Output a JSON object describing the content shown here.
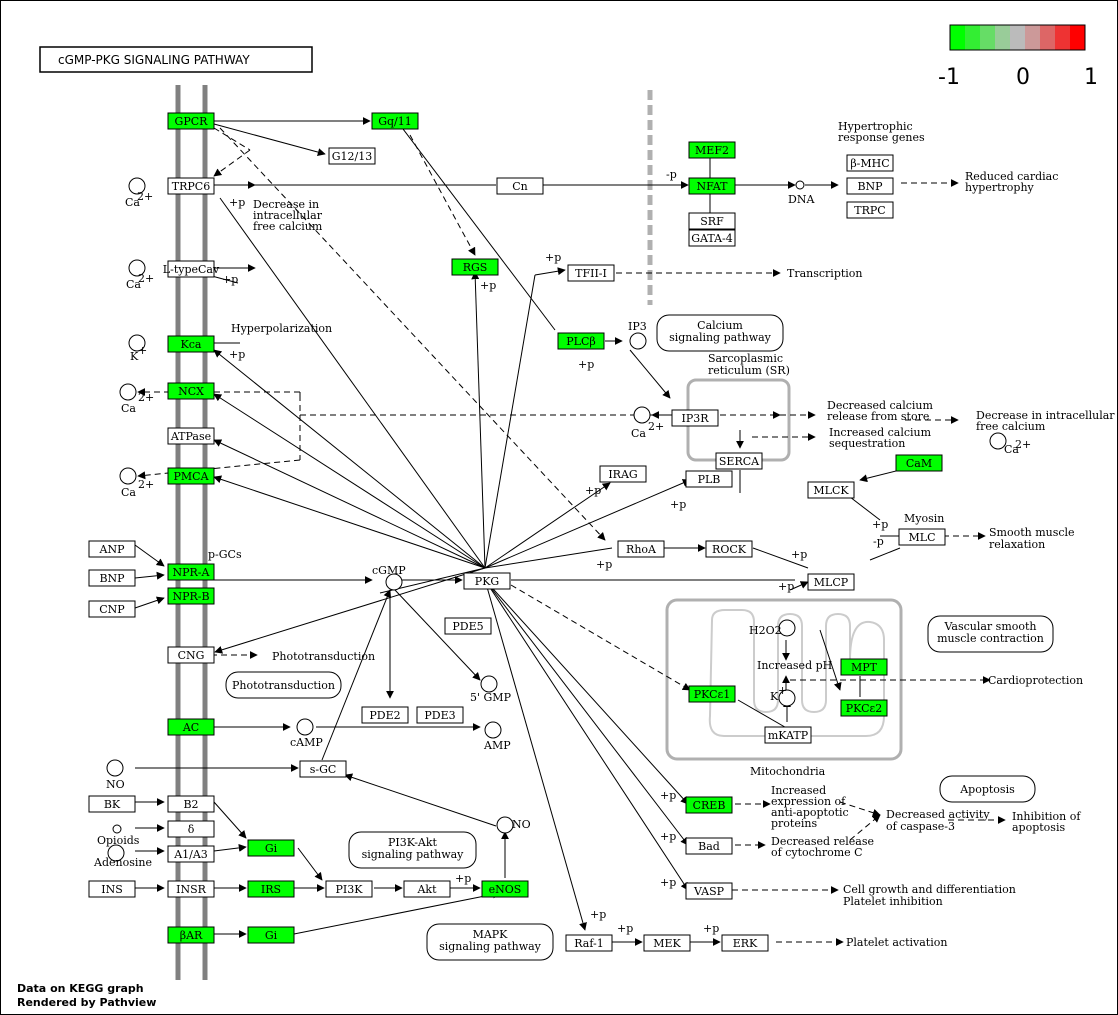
{
  "title": "cGMP-PKG  SIGNALING PATHWAY",
  "legend": {
    "labels": [
      "-1",
      "0",
      "1"
    ],
    "colors": [
      "#00ff00",
      "#33ee33",
      "#66dd66",
      "#99cc99",
      "#bbbbbb",
      "#cc9999",
      "#dd6666",
      "#ee3333",
      "#ff0000"
    ]
  },
  "colors": {
    "green": "#00ff00",
    "membrane": "#808080",
    "white": "#ffffff"
  },
  "footer": {
    "line1": "Data on KEGG graph",
    "line2": "Rendered by Pathview"
  },
  "genes": {
    "gpcr": "GPCR",
    "gq11": "Gq/11",
    "g1213": "G12/13",
    "trpc6": "TRPC6",
    "ltypecav": "L-typeCav",
    "kca": "Kca",
    "ncx": "NCX",
    "atpase": "ATPase",
    "pmca": "PMCA",
    "anp": "ANP",
    "bnp_lig": "BNP",
    "cnp": "CNP",
    "npra": "NPR-A",
    "nprb": "NPR-B",
    "cng": "CNG",
    "ac": "AC",
    "bk": "BK",
    "b2": "B2",
    "delta": "δ",
    "a1a3": "A1/A3",
    "gi1": "Gi",
    "ins": "INS",
    "insr": "INSR",
    "irs": "IRS",
    "pi3k": "PI3K",
    "akt": "Akt",
    "enos": "eNOS",
    "bar": "βAR",
    "gi2": "Gi",
    "sgc": "s-GC",
    "pde5": "PDE5",
    "pde2": "PDE2",
    "pde3": "PDE3",
    "pkg": "PKG",
    "rgs": "RGS",
    "plcb": "PLCβ",
    "tfii": "TFII-I",
    "cn": "Cn",
    "mef2": "MEF2",
    "nfat": "NFAT",
    "srf": "SRF",
    "gata4": "GATA-4",
    "bmhc": "β-MHC",
    "bnp_gene": "BNP",
    "trpc_gene": "TRPC",
    "ip3r": "IP3R",
    "serca": "SERCA",
    "irag": "IRAG",
    "plb": "PLB",
    "rhoa": "RhoA",
    "rock": "ROCK",
    "mlcp": "MLCP",
    "mlc": "MLC",
    "mlck": "MLCK",
    "cam": "CaM",
    "mpt": "MPT",
    "pkce1": "PKCε1",
    "pkce2": "PKCε2",
    "mkatp": "mKATP",
    "creb": "CREB",
    "bad": "Bad",
    "vasp": "VASP",
    "raf1": "Raf-1",
    "mek": "MEK",
    "erk": "ERK"
  },
  "maps": {
    "calcium": [
      "Calcium",
      "signaling pathway"
    ],
    "phototrans": [
      "Phototransduction"
    ],
    "vsmc": [
      "Vascular smooth",
      "muscle contraction"
    ],
    "apoptosis": [
      "Apoptosis"
    ],
    "pi3k": [
      "PI3K-Akt",
      "signaling pathway"
    ],
    "mapk": [
      "MAPK",
      "signaling pathway"
    ]
  },
  "texts": {
    "ca1": "Ca",
    "ca2": "Ca",
    "k1": "K",
    "ca3": "Ca",
    "ca4": "Ca",
    "ca5": "Ca",
    "ca6": "Ca",
    "sup": "2+",
    "ksup": "+",
    "dec_ca1": "Decrease in",
    "dec_ca2": "intracellular",
    "dec_ca3": "free calcium",
    "hyperpol": "Hyperpolarization",
    "pgcs": "p-GCs",
    "hyp_resp1": "Hypertrophic",
    "hyp_resp2": "response genes",
    "red_card1": "Reduced cardiac",
    "red_card2": "hypertrophy",
    "dna": "DNA",
    "transcription": "Transcription",
    "ip3": "IP3",
    "sr1": "Sarcoplasmic",
    "sr2": "reticulum (SR)",
    "dec_rel1": "Decreased calcium",
    "dec_rel2": "release from store",
    "inc_seq1": "Increased calcium",
    "inc_seq2": "sequestration",
    "dec_icf1": "Decrease in intracellular",
    "dec_icf2": "free calcium",
    "myosin": "Myosin",
    "smooth1": "Smooth muscle",
    "smooth2": "relaxation",
    "cgmp": "cGMP",
    "camp": "cAMP",
    "gmp5": "5' GMP",
    "amp": "AMP",
    "no1": "NO",
    "no2": "NO",
    "opioids": "Opioids",
    "adenosine": "Adenosine",
    "phototrans_txt": "Phototransduction",
    "h2o2": "H2O2",
    "inc_ph": "Increased pH",
    "kp": "K",
    "mito": "Mitochondria",
    "cardioprot": "Cardioprotection",
    "inc_exp1": "Increased",
    "inc_exp2": "expression of",
    "inc_exp3": "anti-apoptotic",
    "inc_exp4": "proteins",
    "dec_act1": "Decreased activity",
    "dec_act2": "of caspase-3",
    "inh_apo1": "Inhibition of",
    "inh_apo2": "apoptosis",
    "dec_cyt1": "Decreased release",
    "dec_cyt2": "of cytochrome C",
    "cell_gr1": "Cell growth and differentiation",
    "cell_gr2": "Platelet inhibition",
    "plt_act": "Platelet activation",
    "p_plus": "+p",
    "p_minus": "-p"
  }
}
